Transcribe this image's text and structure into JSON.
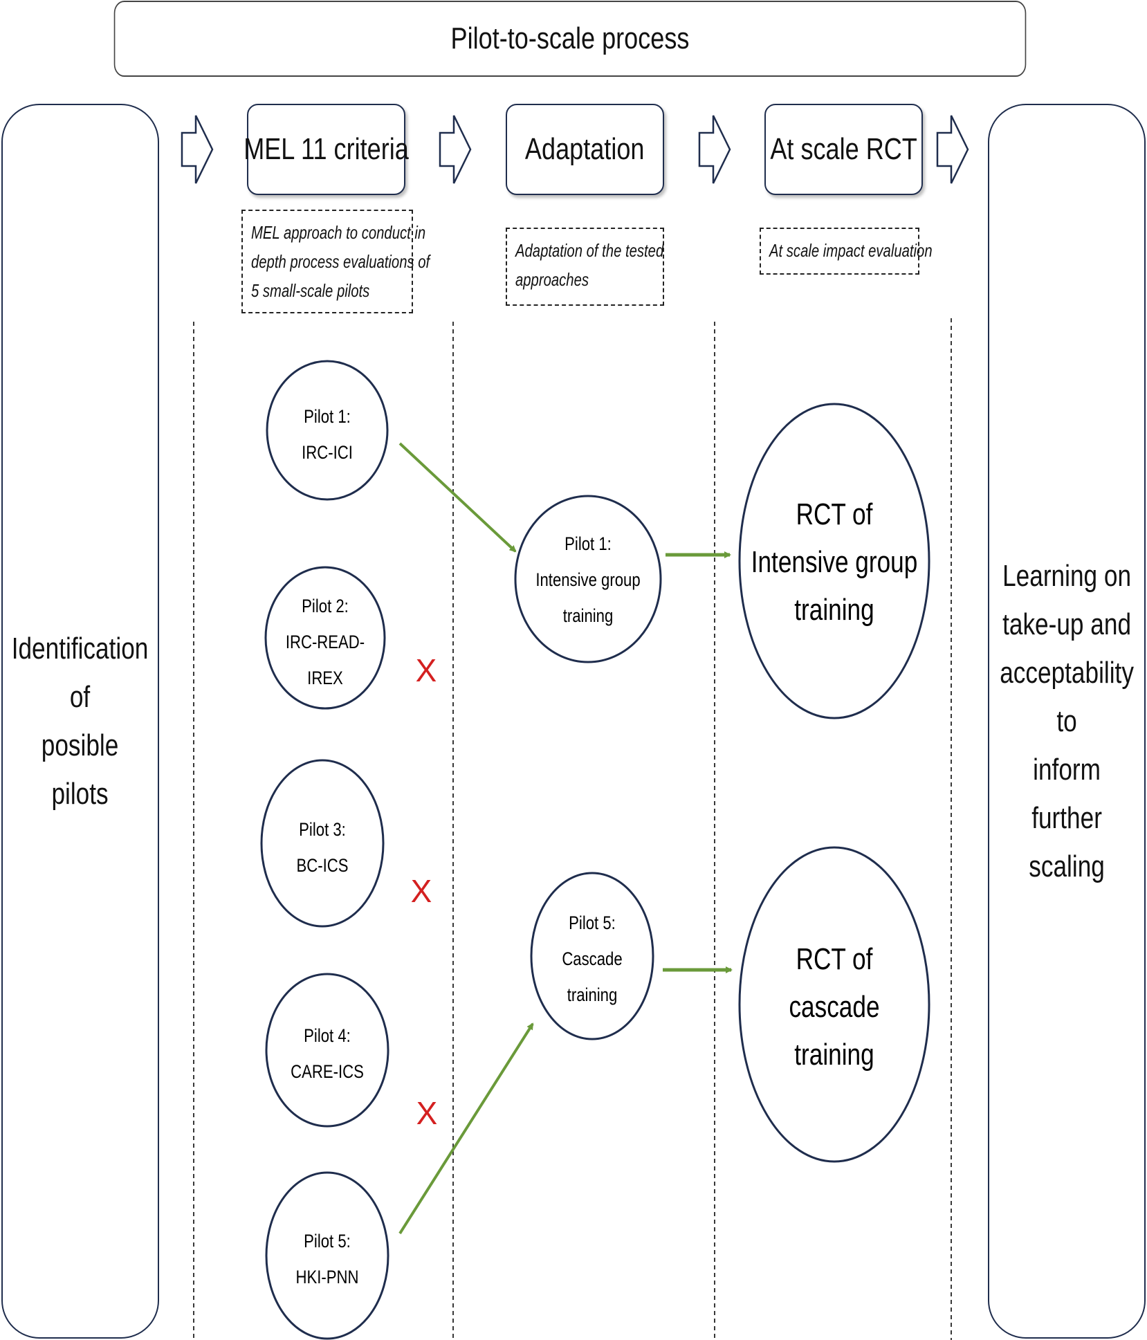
{
  "title": "Pilot-to-scale process",
  "left_panel": {
    "text": "Identification of\nposible pilots"
  },
  "right_panel": {
    "text": "Learning on\ntake-up and\nacceptability to\ninform further\nscaling"
  },
  "stages": [
    {
      "label": "MEL 11 criteria"
    },
    {
      "label": "Adaptation"
    },
    {
      "label": "At scale RCT"
    }
  ],
  "notes": [
    {
      "lines": [
        "MEL approach to conduct in",
        "depth process evaluations of",
        "5 small-scale pilots"
      ]
    },
    {
      "lines": [
        "Adaptation of the tested",
        "approaches"
      ]
    },
    {
      "lines": [
        "At scale impact evaluation"
      ]
    }
  ],
  "pilots": [
    {
      "lines": [
        "Pilot 1:",
        "IRC-ICI"
      ],
      "excluded": false
    },
    {
      "lines": [
        "Pilot 2:",
        "IRC-READ-",
        "IREX"
      ],
      "excluded": true
    },
    {
      "lines": [
        "Pilot 3:",
        "BC-ICS"
      ],
      "excluded": true
    },
    {
      "lines": [
        "Pilot 4:",
        "CARE-ICS"
      ],
      "excluded": true
    },
    {
      "lines": [
        "Pilot 5:",
        "HKI-PNN"
      ],
      "excluded": false
    }
  ],
  "exclusion_mark": "X",
  "adapted": [
    {
      "lines": [
        "Pilot 1:",
        "Intensive group",
        "training"
      ]
    },
    {
      "lines": [
        "Pilot 5:",
        "Cascade",
        "training"
      ]
    }
  ],
  "rcts": [
    {
      "lines": [
        "RCT of",
        "Intensive group",
        "training"
      ]
    },
    {
      "lines": [
        "RCT of",
        "cascade",
        "training"
      ]
    }
  ],
  "colors": {
    "outline": "#1f2d4d",
    "arrow": "#6a9a3a",
    "cross": "#d42020"
  }
}
